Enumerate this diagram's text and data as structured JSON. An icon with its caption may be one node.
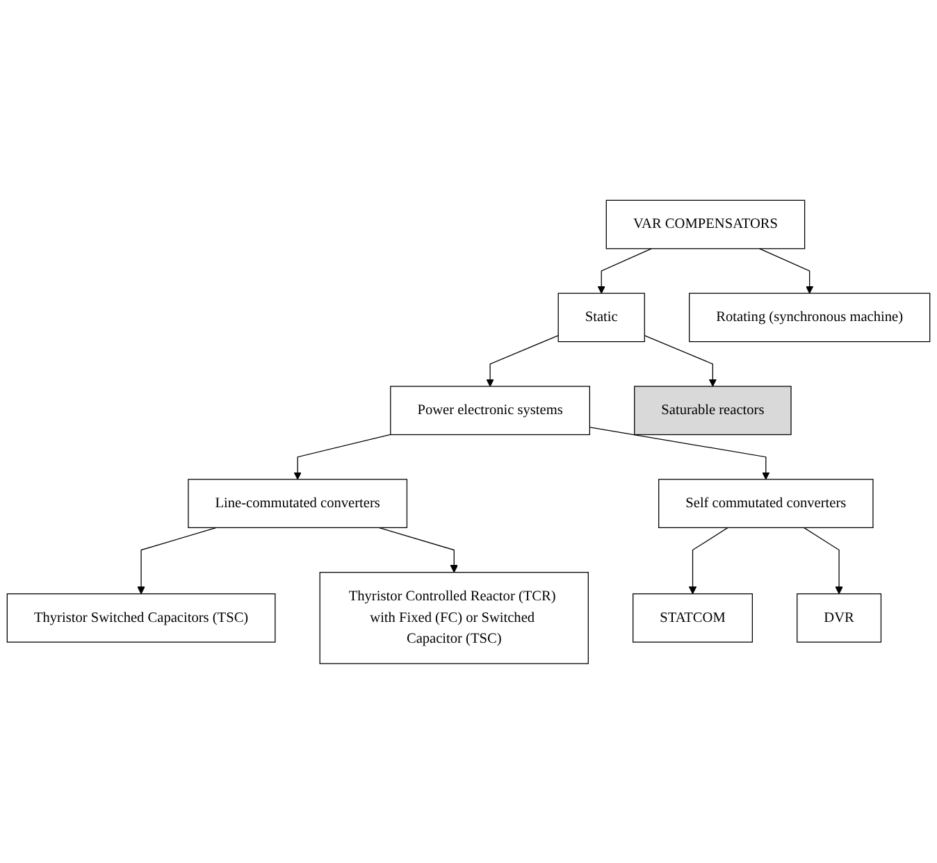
{
  "diagram": {
    "nodes": [
      {
        "text": [
          "VAR COMPENSATORS"
        ]
      },
      {
        "text": [
          "Static"
        ]
      },
      {
        "text": [
          "Rotating (synchronous machine)"
        ]
      },
      {
        "text": [
          "Power electronic systems"
        ]
      },
      {
        "text": [
          "Saturable reactors"
        ]
      },
      {
        "text": [
          "Line-commutated converters"
        ]
      },
      {
        "text": [
          "Self commutated converters"
        ]
      },
      {
        "text": [
          "STATCOM"
        ]
      },
      {
        "text": [
          "DVR"
        ]
      },
      {
        "text": [
          "Thyristor Switched Capacitors (TSC)"
        ]
      },
      {
        "text": [
          "Thyristor Controlled Reactor (TCR) with Fixed (FC) or Switched Capacitor (TSC)"
        ]
      }
    ],
    "edges": [
      {
        "from": 0,
        "to": 1,
        "arrow": "to"
      },
      {
        "from": 0,
        "to": 2,
        "arrow": "to"
      },
      {
        "from": 1,
        "to": 3,
        "arrow": "to"
      },
      {
        "from": 1,
        "to": 4,
        "arrow": "to"
      },
      {
        "from": 3,
        "to": 5,
        "arrow": "to"
      },
      {
        "from": 3,
        "to": 6,
        "arrow": "to"
      },
      {
        "from": 6,
        "to": 7,
        "arrow": "to"
      },
      {
        "from": 6,
        "to": 8,
        "arrow": "to"
      },
      {
        "from": 5,
        "to": 9,
        "arrow": "to"
      },
      {
        "from": 5,
        "to": 10,
        "arrow": "to"
      }
    ]
  }
}
